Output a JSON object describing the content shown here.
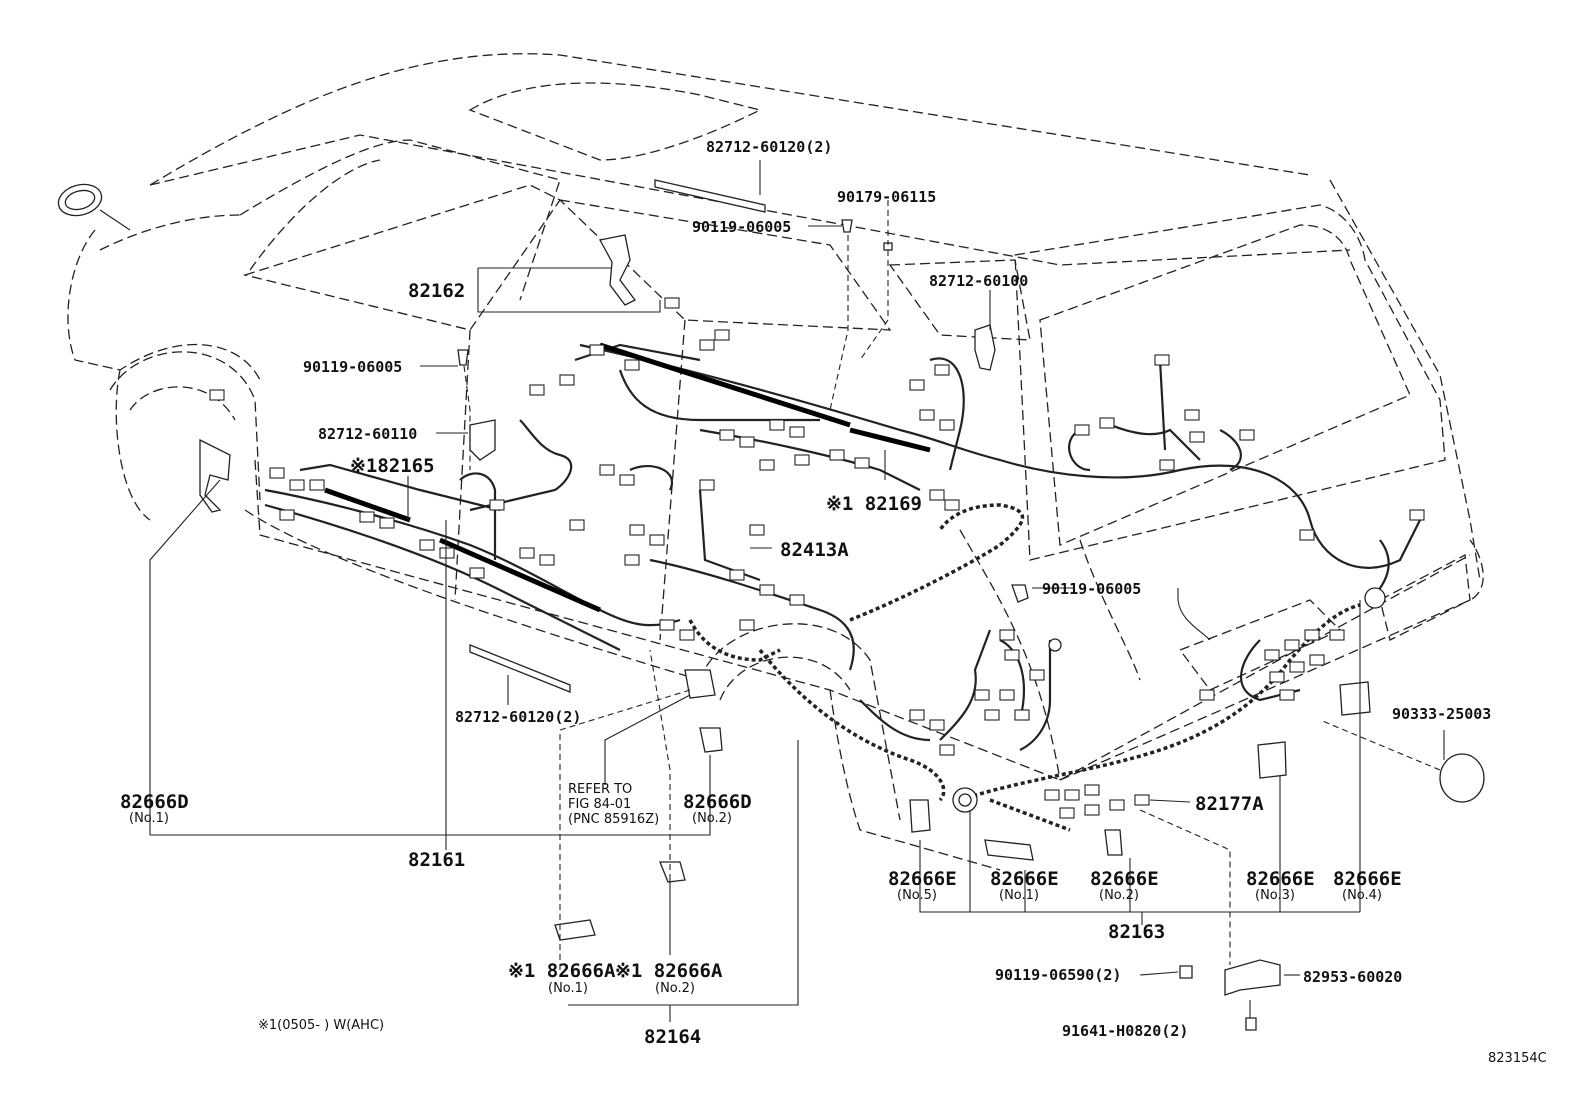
{
  "labels": {
    "p82712_60120_top": "82712-60120(2)",
    "p90179_06115": "90179-06115",
    "p90119_06005_top": "90119-06005",
    "p82162": "82162",
    "p82712_60100": "82712-60100",
    "p90119_06005_left": "90119-06005",
    "p82712_60110": "82712-60110",
    "p82165": "※182165",
    "p82169": "※1 82169",
    "p82413A": "82413A",
    "p90119_06005_right": "90119-06005",
    "p82712_60120_bottom": "82712-60120(2)",
    "p90333_25003": "90333-25003",
    "p82666D_1": "82666D",
    "p82666D_1_sub": "(No.1)",
    "refer_line1": "REFER TO",
    "refer_line2": "FIG 84-01",
    "refer_line3": "(PNC 85916Z)",
    "p82666D_2": "82666D",
    "p82666D_2_sub": "(No.2)",
    "p82161": "82161",
    "p82177A": "82177A",
    "p82666E_5": "82666E",
    "p82666E_5_sub": "(No.5)",
    "p82666E_1": "82666E",
    "p82666E_1_sub": "(No.1)",
    "p82666E_2": "82666E",
    "p82666E_2_sub": "(No.2)",
    "p82666E_3": "82666E",
    "p82666E_3_sub": "(No.3)",
    "p82666E_4": "82666E",
    "p82666E_4_sub": "(No.4)",
    "p82163": "82163",
    "p82666A_1": "※1 82666A",
    "p82666A_1_sub": "(No.1)",
    "p82666A_2": "※1 82666A",
    "p82666A_2_sub": "(No.2)",
    "p82164": "82164",
    "p90119_06590": "90119-06590(2)",
    "p82953_60020": "82953-60020",
    "p91641_H0820": "91641-H0820(2)",
    "footnote": "※1(0505-        ) W(AHC)",
    "figure_code": "823154C"
  }
}
